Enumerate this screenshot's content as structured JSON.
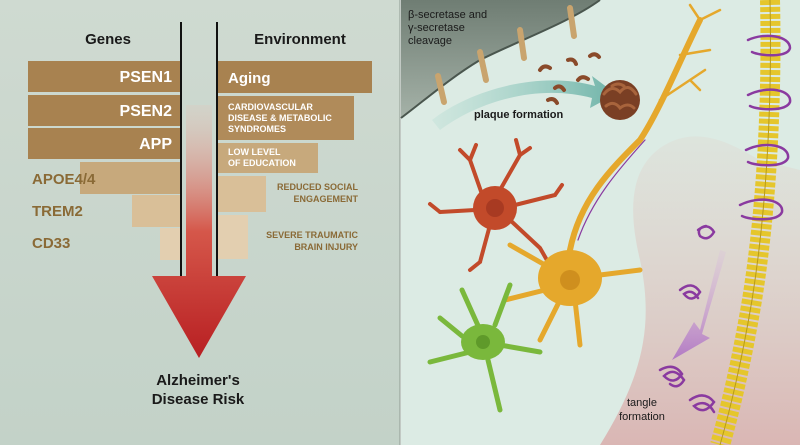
{
  "left_panel": {
    "genes_header": "Genes",
    "environment_header": "Environment",
    "genes": [
      "PSEN1",
      "PSEN2",
      "APP",
      "APOE4/4",
      "TREM2",
      "CD33"
    ],
    "environment": [
      [
        "Aging"
      ],
      [
        "CARDIOVASCULAR",
        "DISEASE & METABOLIC",
        "SYNDROMES"
      ],
      [
        "LOW LEVEL",
        "OF EDUCATION"
      ],
      [
        "REDUCED SOCIAL",
        "ENGAGEMENT"
      ],
      [
        "SEVERE TRAUMATIC",
        "BRAIN INJURY"
      ]
    ],
    "result_line1": "Alzheimer's",
    "result_line2": "Disease Risk"
  },
  "right_panel": {
    "cleavage_line1": "β-secretase and",
    "cleavage_line2": "γ-secretase",
    "cleavage_line3": "cleavage",
    "plaque_label": "plaque formation",
    "tangle_line1": "tangle",
    "tangle_line2": "formation"
  },
  "colors": {
    "left_bg": "#c9d6cc",
    "right_bg": "#dcebe4",
    "bar_dark": "#a88250",
    "gene_text_dark": "#8a6a36",
    "arrow_red": "#c0282a",
    "astrocyte_red": "#c24a2a",
    "neuron_yellow": "#e5a82c",
    "microglia_green": "#7ab83c",
    "microtubule": "#e5c62c",
    "tau_purple": "#8a3aa0",
    "plaque_brown": "#8a4a2a"
  }
}
